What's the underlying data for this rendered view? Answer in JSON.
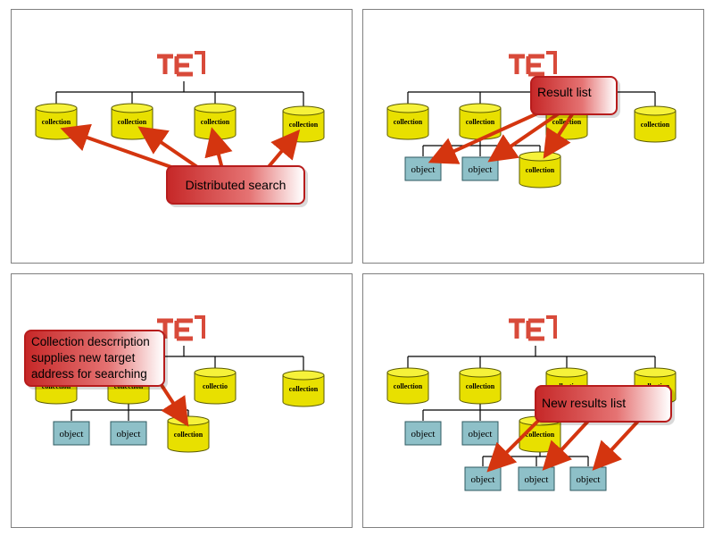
{
  "labels": {
    "collection": "collection",
    "collection_cut": "collectio",
    "object": "object"
  },
  "logo": {
    "text": "TEL",
    "color": "#d84a3a"
  },
  "colors": {
    "cylinder": "#e8e000",
    "cylinder_top": "#f6f23a",
    "cylinder_stroke": "#5a5a00",
    "object_fill": "#8ec0c8",
    "object_stroke": "#2f5a60",
    "arrow": "#d4350f",
    "callout_border": "#b71c1c"
  },
  "panels": [
    {
      "id": "p1",
      "callout": "Distributed search"
    },
    {
      "id": "p2",
      "callout": "Result list"
    },
    {
      "id": "p3",
      "callout": "Collection descrription supplies new target address for searching"
    },
    {
      "id": "p4",
      "callout": "New results list"
    }
  ]
}
